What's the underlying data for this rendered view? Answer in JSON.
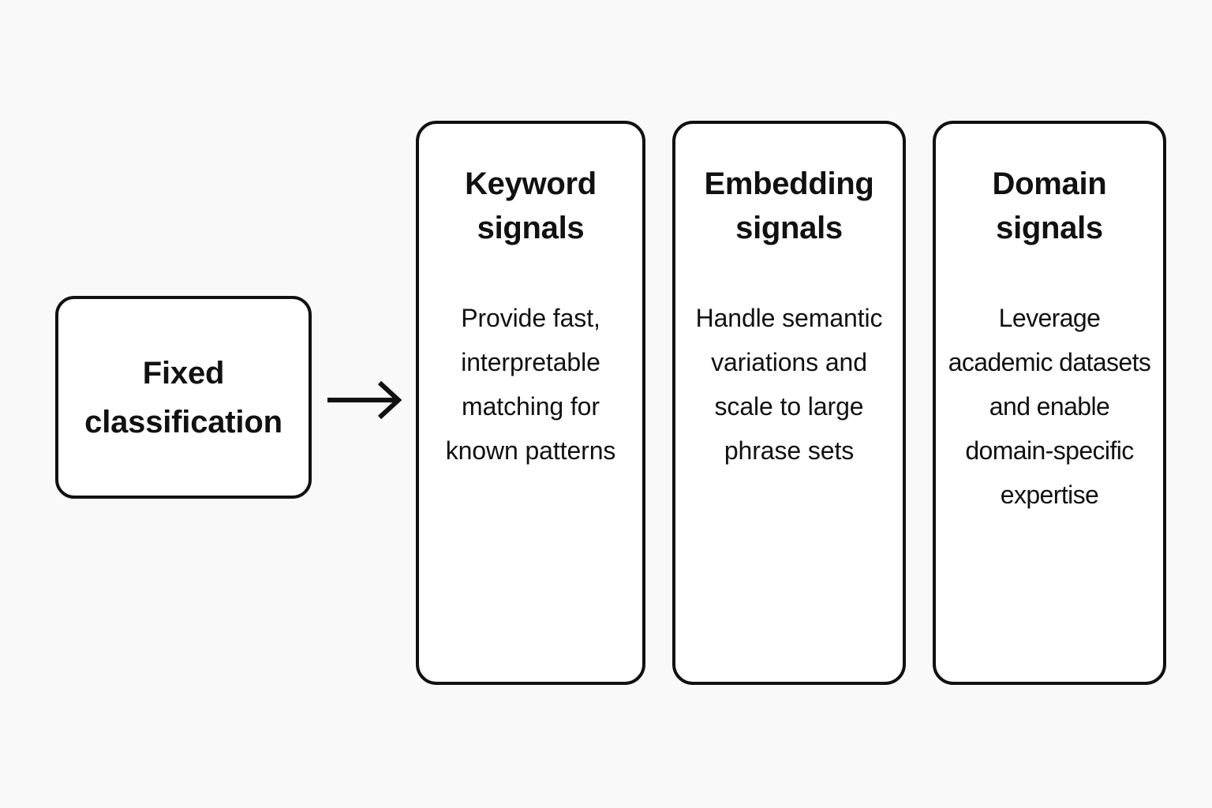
{
  "diagram": {
    "background_color": "#f9f9fa",
    "stroke_color": "#111111",
    "source": {
      "label": "Fixed\nclassification"
    },
    "connector": {
      "icon": "arrow-right-icon"
    },
    "cards": [
      {
        "title": "Keyword\nsignals",
        "body": "Provide fast, interpretable matching for known patterns"
      },
      {
        "title": "Embedding\nsignals",
        "body": "Handle semantic variations and scale to large phrase sets"
      },
      {
        "title": "Domain\nsignals",
        "body": "Leverage academic datasets and enable domain-specific expertise"
      }
    ]
  }
}
